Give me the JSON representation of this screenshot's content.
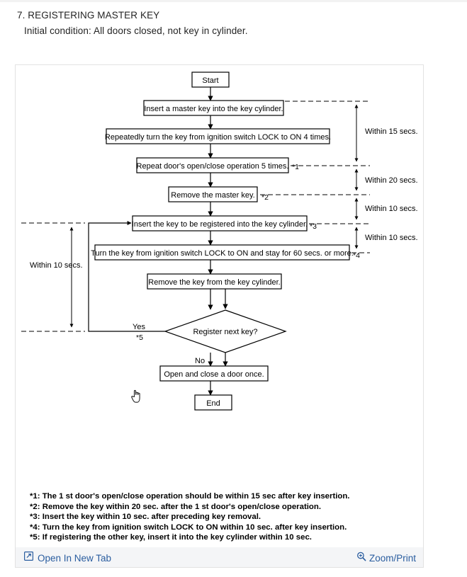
{
  "document": {
    "heading": "7. REGISTERING MASTER KEY",
    "subheading": "Initial condition: All doors closed, not key in cylinder."
  },
  "flowchart": {
    "nodes": {
      "start": "Start",
      "step1": "Insert a master key into the key cylinder.",
      "step2": "Repeatedly turn the key from ignition switch LOCK to ON 4 times.",
      "step3": "Repeat door's open/close operation 5 times.",
      "step4": "Remove the master key.",
      "step5": "Insert the key to be registered into the key cylinder.",
      "step6": "Turn the key from ignition switch LOCK to ON and stay for 60 secs. or more.",
      "step7": "Remove the key from the key cylinder.",
      "decision": "Register next key?",
      "step8": "Open and close a door once.",
      "end": "End"
    },
    "markers": {
      "m1": "*1",
      "m2": "*2",
      "m3": "*3",
      "m4": "*4",
      "m5": "*5"
    },
    "branch_labels": {
      "yes": "Yes",
      "no": "No"
    },
    "timing_labels": {
      "right1": "Within 15 secs.",
      "right2": "Within 20 secs.",
      "right3": "Within 10 secs.",
      "right4": "Within 10 secs.",
      "left1": "Within 10 secs."
    }
  },
  "footnotes": [
    "*1: The 1 st door's open/close operation should be within 15 sec after key insertion.",
    "*2: Remove the key within 20 sec. after the 1 st door's open/close operation.",
    "*3: Insert the key within 10 sec. after preceding key removal.",
    "*4: Turn the key from ignition switch LOCK to ON within 10 sec. after key insertion.",
    "*5: If registering the other key, insert it into the key cylinder within 10 sec."
  ],
  "toolbar": {
    "open_new_tab_label": "Open In New Tab",
    "zoom_print_label": "Zoom/Print",
    "link_color": "#2a5d9f",
    "background": "#f4f5f7"
  }
}
